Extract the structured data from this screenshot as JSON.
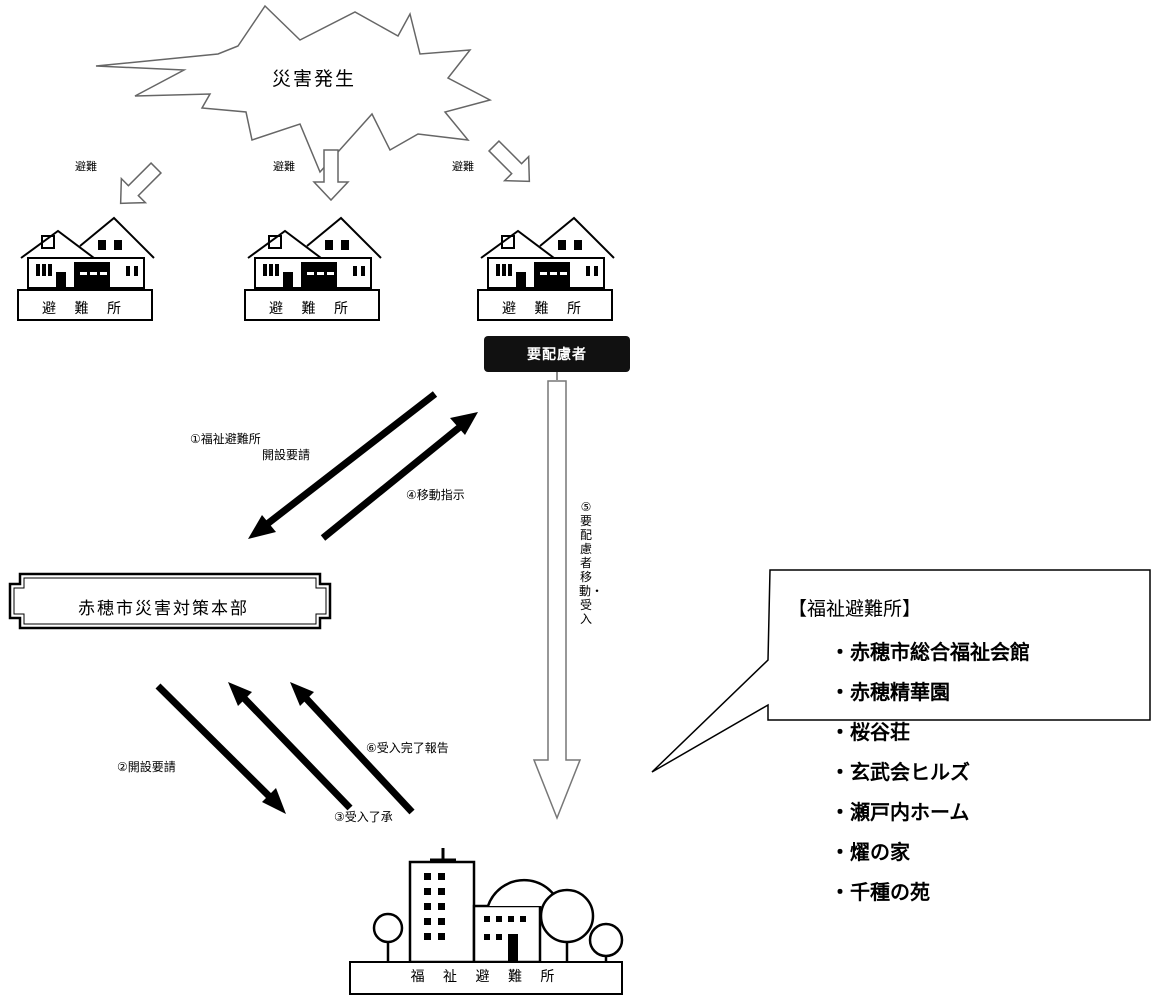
{
  "disaster": {
    "label": "災害発生"
  },
  "evacuation": {
    "label": "避難"
  },
  "shelters": [
    {
      "label": "避 難 所"
    },
    {
      "label": "避 難 所"
    },
    {
      "label": "避 難 所"
    }
  ],
  "priority_badge": {
    "label": "要配慮者"
  },
  "steps": {
    "step1_line1": "①福祉避難所",
    "step1_line2": "開設要請",
    "step2": "②開設要請",
    "step3": "③受入了承",
    "step4": "④移動指示",
    "step5": "⑤要配慮者移動・受入",
    "step6": "⑥受入完了報告"
  },
  "hq": {
    "label": "赤穂市災害対策本部"
  },
  "welfare_shelter": {
    "label": "福 祉 避 難 所"
  },
  "facilities": {
    "title": "【福祉避難所】",
    "items": [
      "・赤穂市総合福祉会館",
      "・赤穂精華園",
      "・桜谷荘",
      "・玄武会ヒルズ",
      "・瀬戸内ホーム",
      "・燿の家",
      "・千種の苑"
    ]
  }
}
